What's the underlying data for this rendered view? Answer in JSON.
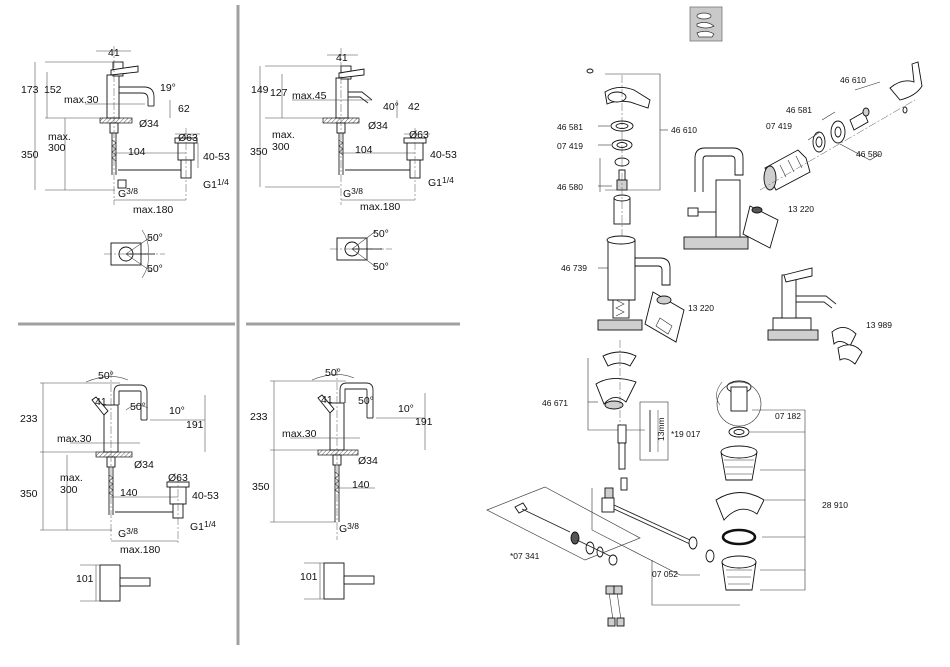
{
  "colors": {
    "divider": "#a0a0a0",
    "line": "#222222",
    "icon_bg": "#c9c9c9"
  },
  "panel_top_left": {
    "dims": {
      "w41": "41",
      "h173": "173",
      "h152": "152",
      "max30": "max.30",
      "a19": "19°",
      "h62": "62",
      "d34": "Ø34",
      "max": "max.",
      "h300": "300",
      "h350": "350",
      "w104": "104",
      "d63": "Ø63",
      "r4053": "40-53",
      "g38": "G",
      "g38_frac": "3/8",
      "g114": "G1",
      "g114_frac": "1/4",
      "max180": "max.180"
    },
    "angles": {
      "a1": "50°",
      "a2": "50°"
    }
  },
  "panel_top_mid": {
    "dims": {
      "w41": "41",
      "h149": "149",
      "h127": "127",
      "max45": "max.45",
      "a40": "40°",
      "h42": "42",
      "d34": "Ø34",
      "max": "max.",
      "h300": "300",
      "h350": "350",
      "w104": "104",
      "d63": "Ø63",
      "r4053": "40-53",
      "g38": "G",
      "g38_frac": "3/8",
      "g114": "G1",
      "g114_frac": "1/4",
      "max180": "max.180"
    },
    "angles": {
      "a1": "50°",
      "a2": "50°"
    }
  },
  "panel_bottom_left": {
    "dims": {
      "a50": "50°",
      "w41": "41",
      "a50b": "50°",
      "a10": "10°",
      "h233": "233",
      "h191": "191",
      "max30": "max.30",
      "d34": "Ø34",
      "max": "max.",
      "h300": "300",
      "h350": "350",
      "w140": "140",
      "d63": "Ø63",
      "r4053": "40-53",
      "g38": "G",
      "g38_frac": "3/8",
      "g114": "G1",
      "g114_frac": "1/4",
      "max180": "max.180",
      "h101": "101"
    }
  },
  "panel_bottom_mid": {
    "dims": {
      "a50": "50°",
      "w41": "41",
      "a50b": "50°",
      "a10": "10°",
      "h233": "233",
      "h191": "191",
      "max30": "max.30",
      "d34": "Ø34",
      "h350": "350",
      "w140": "140",
      "g38": "G",
      "g38_frac": "3/8",
      "h101": "101"
    }
  },
  "parts": {
    "p46581a": "46 581",
    "p07419a": "07 419",
    "p46610a": "46 610",
    "p46580a": "46 580",
    "p46739": "46 739",
    "p13220a": "13 220",
    "p46671": "46 671",
    "p19017": "*19 017",
    "p13mm": "13mm",
    "p07341": "*07 341",
    "p07052": "07 052",
    "p07182": "07 182",
    "p28910": "28 910",
    "p46610b": "46 610",
    "p46581b": "46 581",
    "p07419b": "07 419",
    "p46580b": "46 580",
    "p13220b": "13 220",
    "p13989": "13 989"
  },
  "icon": "grohe-care-symbol-icon"
}
